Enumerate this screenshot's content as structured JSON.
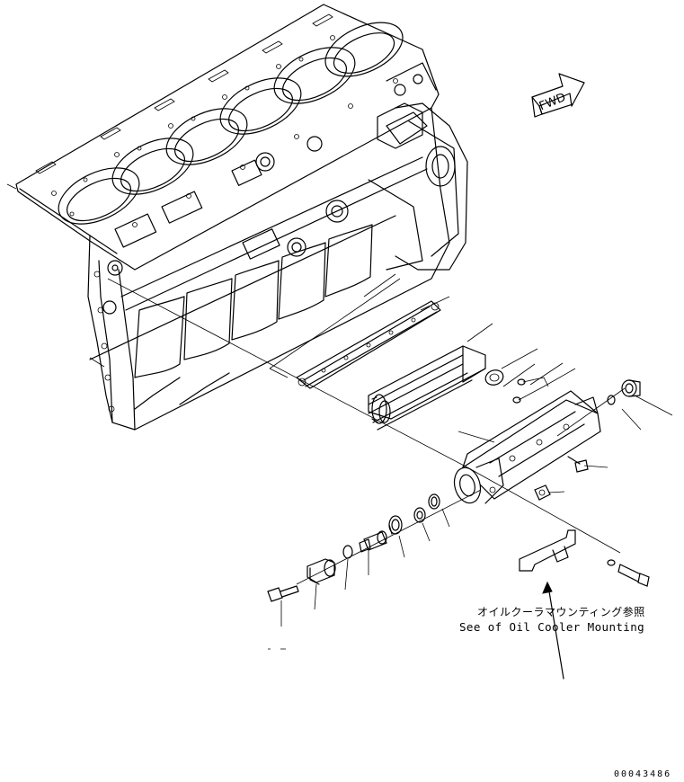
{
  "fwd_label": "FWD",
  "note_jp": "オイルクーラマウンティング参照",
  "note_en": "See of Oil Cooler Mounting",
  "figure_number": "00043486"
}
